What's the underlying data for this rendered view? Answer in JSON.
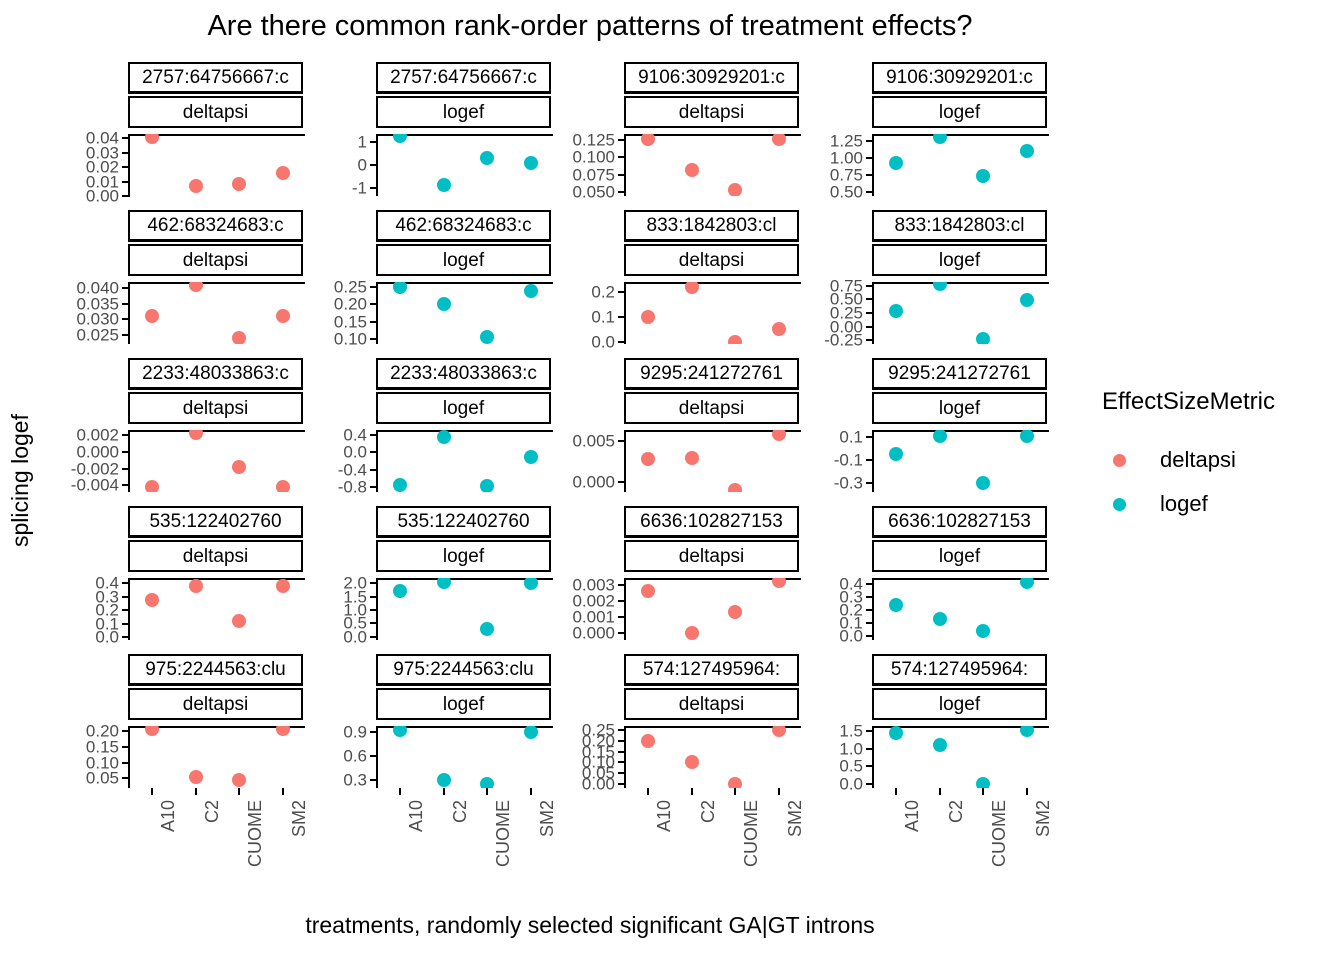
{
  "title": "Are there common rank-order patterns of treatment effects?",
  "axes": {
    "ylabel": "splicing logef",
    "xlabel": "treatments, randomly selected significant GA|GT introns",
    "x_categories": [
      "A10",
      "C2",
      "CUOME",
      "SM2"
    ]
  },
  "legend": {
    "title": "EffectSizeMetric",
    "items": [
      {
        "label": "deltapsi",
        "color": "#F8766D"
      },
      {
        "label": "logef",
        "color": "#00BFC4"
      }
    ]
  },
  "colors": {
    "deltapsi": "#F8766D",
    "logef": "#00BFC4",
    "panel_border": "#000000",
    "tick_label": "#4D4D4D",
    "background": "#FFFFFF"
  },
  "chart_data": {
    "type": "scatter",
    "title": "Are there common rank-order patterns of treatment effects?",
    "xlabel": "treatments, randomly selected significant GA|GT introns",
    "ylabel": "splicing logef",
    "grid": false,
    "legend_position": "right",
    "facet_rows": 5,
    "facet_cols": 4,
    "x_categories": [
      "A10",
      "C2",
      "CUOME",
      "SM2"
    ],
    "panels": [
      {
        "row": 1,
        "col": 1,
        "strip_outer": "2757:64756667:c",
        "strip_inner": "deltapsi",
        "metric": "deltapsi",
        "yticks": [
          "0.04",
          "0.03",
          "0.02",
          "0.01",
          "0.00"
        ],
        "ylim": [
          0.0,
          0.043
        ],
        "values": [
          0.041,
          0.007,
          0.008,
          0.016
        ]
      },
      {
        "row": 1,
        "col": 2,
        "strip_outer": "2757:64756667:c",
        "strip_inner": "logef",
        "metric": "logef",
        "yticks": [
          "1",
          "0",
          "-1"
        ],
        "ylim": [
          -1.35,
          1.35
        ],
        "values": [
          1.25,
          -0.85,
          0.3,
          0.1
        ]
      },
      {
        "row": 1,
        "col": 3,
        "strip_outer": "9106:30929201:c",
        "strip_inner": "deltapsi",
        "metric": "deltapsi",
        "yticks": [
          "0.125",
          "0.100",
          "0.075",
          "0.050"
        ],
        "ylim": [
          0.044,
          0.134
        ],
        "values": [
          0.127,
          0.082,
          0.052,
          0.127
        ]
      },
      {
        "row": 1,
        "col": 4,
        "strip_outer": "9106:30929201:c",
        "strip_inner": "logef",
        "metric": "logef",
        "yticks": [
          "1.25",
          "1.00",
          "0.75",
          "0.50"
        ],
        "ylim": [
          0.44,
          1.35
        ],
        "values": [
          0.93,
          1.3,
          0.73,
          1.1
        ]
      },
      {
        "row": 2,
        "col": 1,
        "strip_outer": "462:68324683:c",
        "strip_inner": "deltapsi",
        "metric": "deltapsi",
        "yticks": [
          "0.040",
          "0.035",
          "0.030",
          "0.025"
        ],
        "ylim": [
          0.022,
          0.042
        ],
        "values": [
          0.031,
          0.041,
          0.024,
          0.031
        ]
      },
      {
        "row": 2,
        "col": 2,
        "strip_outer": "462:68324683:c",
        "strip_inner": "logef",
        "metric": "logef",
        "yticks": [
          "0.25",
          "0.20",
          "0.15",
          "0.10"
        ],
        "ylim": [
          0.085,
          0.265
        ],
        "values": [
          0.25,
          0.2,
          0.105,
          0.24
        ]
      },
      {
        "row": 2,
        "col": 3,
        "strip_outer": "833:1842803:cl",
        "strip_inner": "deltapsi",
        "metric": "deltapsi",
        "yticks": [
          "0.2",
          "0.1",
          "0.0"
        ],
        "ylim": [
          -0.01,
          0.24
        ],
        "values": [
          0.1,
          0.22,
          0.0,
          0.05
        ]
      },
      {
        "row": 2,
        "col": 4,
        "strip_outer": "833:1842803:cl",
        "strip_inner": "logef",
        "metric": "logef",
        "yticks": [
          "0.75",
          "0.50",
          "0.25",
          "0.00",
          "-0.25"
        ],
        "ylim": [
          -0.32,
          0.82
        ],
        "values": [
          0.28,
          0.78,
          -0.22,
          0.48
        ]
      },
      {
        "row": 3,
        "col": 1,
        "strip_outer": "2233:48033863:c",
        "strip_inner": "deltapsi",
        "metric": "deltapsi",
        "yticks": [
          "0.002",
          "0.000",
          "-0.002",
          "-0.004"
        ],
        "ylim": [
          -0.0048,
          0.0026
        ],
        "values": [
          -0.0042,
          0.0023,
          -0.0018,
          -0.0042
        ]
      },
      {
        "row": 3,
        "col": 2,
        "strip_outer": "2233:48033863:c",
        "strip_inner": "logef",
        "metric": "logef",
        "yticks": [
          "0.4",
          "0.0",
          "-0.4",
          "-0.8"
        ],
        "ylim": [
          -0.92,
          0.52
        ],
        "values": [
          -0.75,
          0.35,
          -0.78,
          -0.1
        ]
      },
      {
        "row": 3,
        "col": 3,
        "strip_outer": "9295:241272761",
        "strip_inner": "deltapsi",
        "metric": "deltapsi",
        "yticks": [
          "0.005",
          "0.000"
        ],
        "ylim": [
          -0.0012,
          0.0063
        ],
        "values": [
          0.0028,
          0.0029,
          -0.001,
          0.0058
        ]
      },
      {
        "row": 3,
        "col": 4,
        "strip_outer": "9295:241272761",
        "strip_inner": "logef",
        "metric": "logef",
        "yticks": [
          "0.1",
          "-0.1",
          "-0.3"
        ],
        "ylim": [
          -0.38,
          0.16
        ],
        "values": [
          -0.05,
          0.11,
          -0.3,
          0.11
        ]
      },
      {
        "row": 4,
        "col": 1,
        "strip_outer": "535:122402760",
        "strip_inner": "deltapsi",
        "metric": "deltapsi",
        "yticks": [
          "0.4",
          "0.3",
          "0.2",
          "0.1",
          "0.0"
        ],
        "ylim": [
          -0.02,
          0.44
        ],
        "values": [
          0.28,
          0.38,
          0.12,
          0.38
        ]
      },
      {
        "row": 4,
        "col": 2,
        "strip_outer": "535:122402760",
        "strip_inner": "logef",
        "metric": "logef",
        "yticks": [
          "2.0",
          "1.5",
          "1.0",
          "0.5",
          "0.0"
        ],
        "ylim": [
          -0.12,
          2.2
        ],
        "values": [
          1.7,
          2.05,
          0.3,
          2.0
        ]
      },
      {
        "row": 4,
        "col": 3,
        "strip_outer": "6636:102827153",
        "strip_inner": "deltapsi",
        "metric": "deltapsi",
        "yticks": [
          "0.003",
          "0.002",
          "0.001",
          "0.000"
        ],
        "ylim": [
          -0.0004,
          0.0034
        ],
        "values": [
          0.0026,
          0.0,
          0.0013,
          0.0032
        ]
      },
      {
        "row": 4,
        "col": 4,
        "strip_outer": "6636:102827153",
        "strip_inner": "logef",
        "metric": "logef",
        "yticks": [
          "0.4",
          "0.3",
          "0.2",
          "0.1",
          "0.0"
        ],
        "ylim": [
          -0.03,
          0.45
        ],
        "values": [
          0.24,
          0.13,
          0.04,
          0.42
        ]
      },
      {
        "row": 5,
        "col": 1,
        "strip_outer": "975:2244563:clu",
        "strip_inner": "deltapsi",
        "metric": "deltapsi",
        "yticks": [
          "0.20",
          "0.15",
          "0.10",
          "0.05"
        ],
        "ylim": [
          0.02,
          0.215
        ],
        "values": [
          0.205,
          0.055,
          0.045,
          0.205
        ]
      },
      {
        "row": 5,
        "col": 2,
        "strip_outer": "975:2244563:clu",
        "strip_inner": "logef",
        "metric": "logef",
        "yticks": [
          "0.9",
          "0.6",
          "0.3"
        ],
        "ylim": [
          0.2,
          0.98
        ],
        "values": [
          0.93,
          0.3,
          0.25,
          0.9
        ]
      },
      {
        "row": 5,
        "col": 3,
        "strip_outer": "574:127495964:",
        "strip_inner": "deltapsi",
        "metric": "deltapsi",
        "yticks": [
          "0.25",
          "0.20",
          "0.15",
          "0.10",
          "0.05",
          "0.00"
        ],
        "ylim": [
          -0.02,
          0.27
        ],
        "values": [
          0.2,
          0.1,
          0.0,
          0.25
        ]
      },
      {
        "row": 5,
        "col": 4,
        "strip_outer": "574:127495964:",
        "strip_inner": "logef",
        "metric": "logef",
        "yticks": [
          "1.5",
          "1.0",
          "0.5",
          "0.0"
        ],
        "ylim": [
          -0.12,
          1.65
        ],
        "values": [
          1.45,
          1.1,
          0.0,
          1.55
        ]
      }
    ]
  }
}
